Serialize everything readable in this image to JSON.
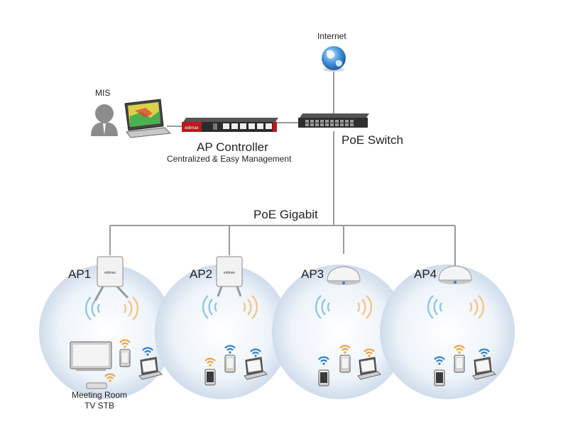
{
  "labels": {
    "internet": "Internet",
    "mis": "MIS",
    "ap_controller_title": "AP Controller",
    "ap_controller_subtitle": "Centralized & Easy Management",
    "poe_switch": "PoE Switch",
    "poe_gigabit": "PoE Gigabit",
    "meeting_room_line1": "Meeting Room",
    "meeting_room_line2": "TV STB"
  },
  "access_points": [
    {
      "label": "AP1",
      "type": "outdoor-antenna"
    },
    {
      "label": "AP2",
      "type": "outdoor-antenna"
    },
    {
      "label": "AP3",
      "type": "ceiling-dome"
    },
    {
      "label": "AP4",
      "type": "ceiling-dome"
    }
  ],
  "brand_text": "edimax",
  "colors": {
    "line": "#9a9a9a",
    "wifi_blue": "#2f7fd0",
    "wifi_orange": "#f2a23a",
    "coverage": "#dde8f3",
    "controller_accent": "#c0161d"
  }
}
